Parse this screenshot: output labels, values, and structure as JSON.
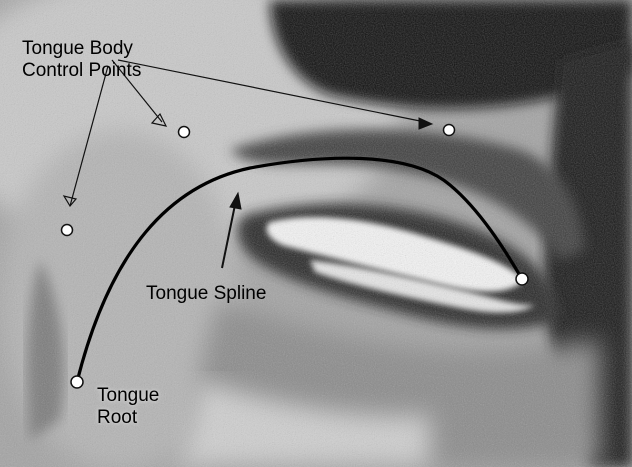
{
  "annotations": {
    "body_control_points_line1": "Tongue Body",
    "body_control_points_line2": "Control Points",
    "tongue_spline": "Tongue Spline",
    "tongue_root_line1": "Tongue",
    "tongue_root_line2": "Root"
  },
  "colors": {
    "spline": "#000000",
    "control_point_fill": "#ffffff",
    "control_point_stroke": "#111111",
    "arrow": "#111111"
  }
}
